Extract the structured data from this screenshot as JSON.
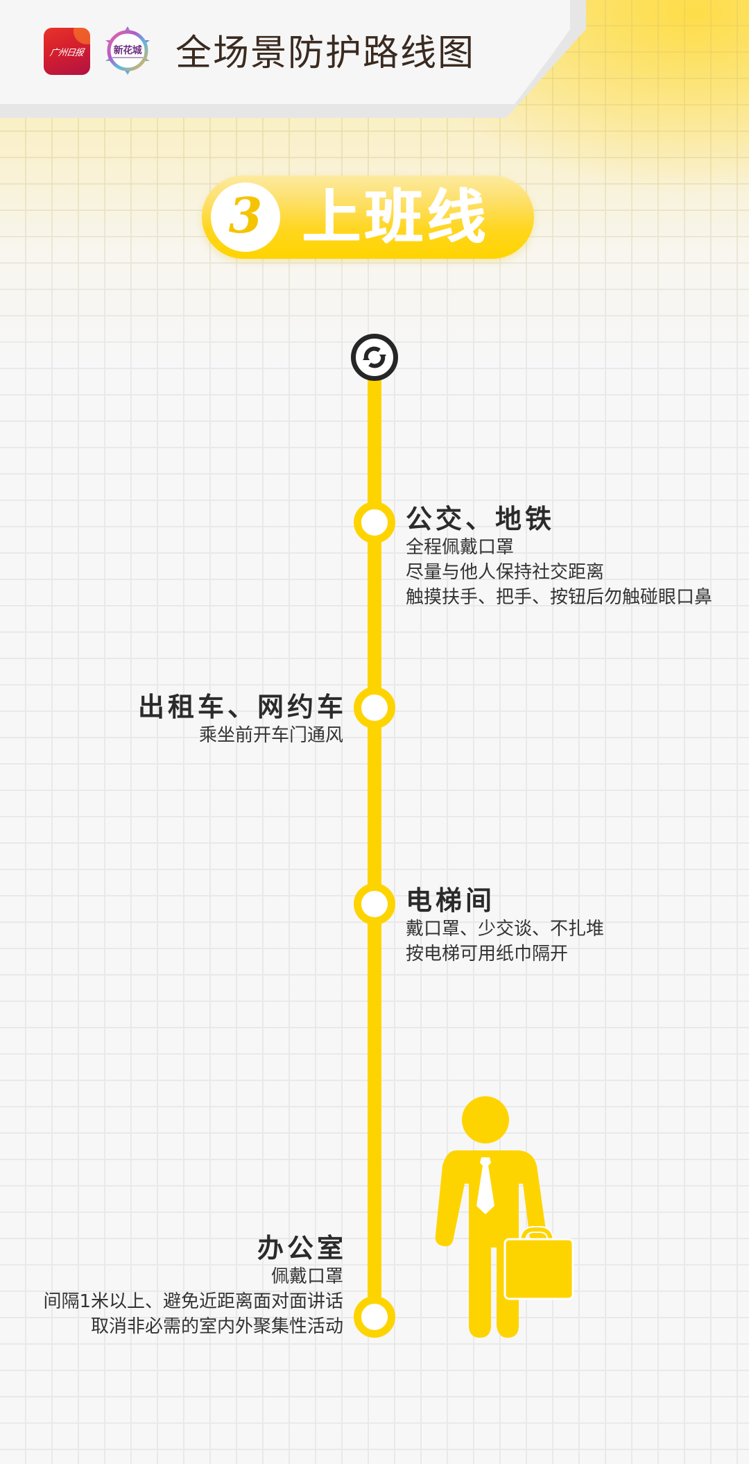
{
  "header": {
    "logos": [
      {
        "name": "guangzhou-daily",
        "text": "广州日报"
      },
      {
        "name": "xinhuacheng",
        "text": "新花城"
      }
    ],
    "title": "全场景防护路线图"
  },
  "section": {
    "number": "3",
    "title": "上班线"
  },
  "timeline": {
    "start_icon": "refresh-cycle-icon",
    "stops": [
      {
        "side": "right",
        "title": "公交、地铁",
        "lines": [
          "全程佩戴口罩",
          "尽量与他人保持社交距离",
          "触摸扶手、把手、按钮后勿触碰眼口鼻"
        ]
      },
      {
        "side": "left",
        "title": "出租车、网约车",
        "lines": [
          "乘坐前开车门通风"
        ]
      },
      {
        "side": "right",
        "title": "电梯间",
        "lines": [
          "戴口罩、少交谈、不扎堆",
          "按电梯可用纸巾隔开"
        ]
      },
      {
        "side": "left",
        "title": "办公室",
        "lines": [
          "佩戴口罩",
          "间隔1米以上、避免近距离面对面讲话",
          "取消非必需的室内外聚集性活动"
        ]
      }
    ],
    "end_illustration": "businessman-with-briefcase-icon"
  },
  "colors": {
    "accent_yellow": "#fed400",
    "background": "#f7f7f7",
    "grid_line": "#e9e9e9",
    "title_text": "#3a2a20",
    "body_text": "#333333",
    "logo_red": "#d41f2e"
  }
}
